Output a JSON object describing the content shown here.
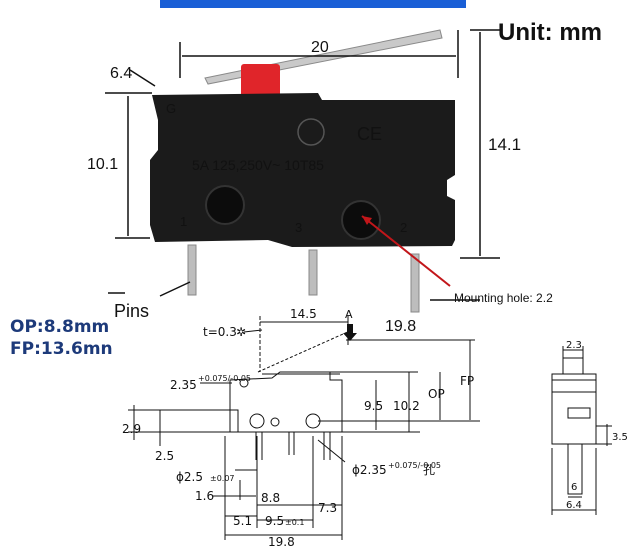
{
  "colors": {
    "top_bar": "#1a5fd6",
    "body": "#1b1b1b",
    "actuator": "#e0252a",
    "arrow": "#c2161a",
    "spec_text": "#1d3a7a"
  },
  "photo": {
    "unit_label": "Unit: mm",
    "dim_length": "20",
    "dim_width": "6.4",
    "dim_height": "10.1",
    "dim_total_height": "14.1",
    "dim_pin_span": "19.8",
    "body_marking": "5A 125,250V~ 10T85",
    "pin_labels": [
      "1",
      "3",
      "2"
    ],
    "mounting_hole_label": "Mounting hole: 2.2",
    "pins_label": "Pins",
    "op": "OP:8.8mm",
    "fp": "FP:13.6mn"
  },
  "drawing": {
    "thickness": "t=0.3",
    "top_dim": "14.5",
    "arrow_label": "A",
    "h235": "2.35",
    "h235_tol": "+0.075/-0.05",
    "d95": "9.5",
    "d102": "10.2",
    "op": "OP",
    "fp": "FP",
    "d29": "2.9",
    "d25": "2.5",
    "phi25": "ϕ2.5",
    "phi25_tol": "±0.07",
    "phi235": "ϕ2.35",
    "phi235_tol": "+0.075/-0.05",
    "phi235_suffix": "孔",
    "d16": "1.6",
    "d88": "8.8",
    "d73": "7.3",
    "d51": "5.1",
    "d95b": "9.5",
    "d95b_tol": "±0.1",
    "d198": "19.8"
  },
  "side_view": {
    "top": "2.3",
    "side": "3.5",
    "pin": "6",
    "bottom": "6.4"
  }
}
